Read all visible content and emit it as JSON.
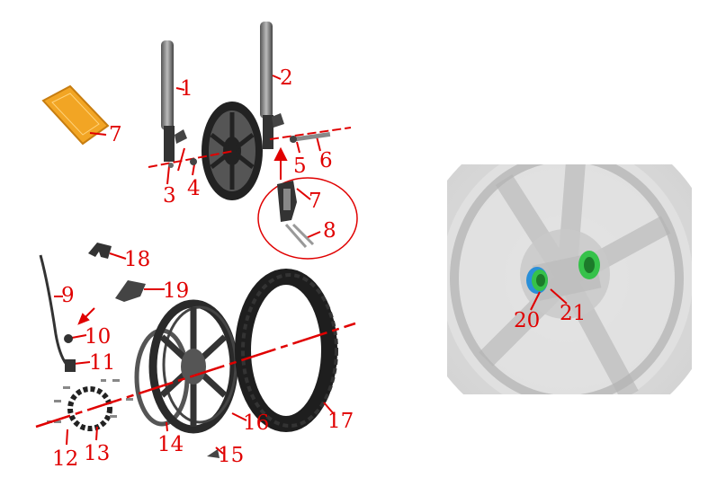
{
  "colors": {
    "callout": "#e00000",
    "part": "#2a2a2a",
    "reflector": "#f2a524",
    "highlight_green": "#36c24a",
    "highlight_blue": "#2a8fd8"
  },
  "labels": [
    "1",
    "2",
    "7",
    "3",
    "4",
    "5",
    "6",
    "7",
    "8",
    "18",
    "9",
    "19",
    "10",
    "11",
    "12",
    "13",
    "14",
    "15",
    "16",
    "17",
    "20",
    "21"
  ]
}
